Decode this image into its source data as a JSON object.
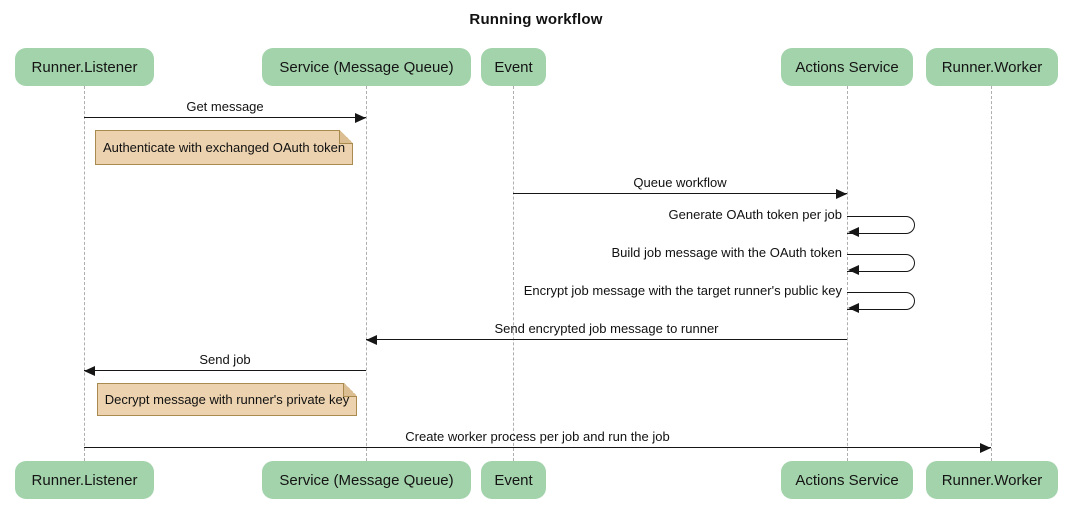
{
  "title": "Running workflow",
  "diagram_type": "sequence",
  "actors": [
    {
      "id": "runner-listener",
      "label": "Runner.Listener"
    },
    {
      "id": "service-message-queue",
      "label": "Service (Message Queue)"
    },
    {
      "id": "event",
      "label": "Event"
    },
    {
      "id": "actions-service",
      "label": "Actions Service"
    },
    {
      "id": "runner-worker",
      "label": "Runner.Worker"
    }
  ],
  "messages": [
    {
      "label": "Get message",
      "from": "Runner.Listener",
      "to": "Service (Message Queue)",
      "direction": "right"
    },
    {
      "label": "Queue workflow",
      "from": "Event",
      "to": "Actions Service",
      "direction": "right"
    },
    {
      "label": "Generate OAuth token per job",
      "from": "Actions Service",
      "to": "Actions Service",
      "direction": "self"
    },
    {
      "label": "Build job message with the OAuth token",
      "from": "Actions Service",
      "to": "Actions Service",
      "direction": "self"
    },
    {
      "label": "Encrypt job message with the target runner's public key",
      "from": "Actions Service",
      "to": "Actions Service",
      "direction": "self"
    },
    {
      "label": "Send encrypted job message to runner",
      "from": "Actions Service",
      "to": "Service (Message Queue)",
      "direction": "left"
    },
    {
      "label": "Send job",
      "from": "Service (Message Queue)",
      "to": "Runner.Listener",
      "direction": "left"
    },
    {
      "label": "Create worker process per job and run the job",
      "from": "Runner.Listener",
      "to": "Runner.Worker",
      "direction": "right"
    }
  ],
  "notes": [
    {
      "label": "Authenticate with exchanged OAuth token",
      "over": "Runner.Listener, Service (Message Queue)"
    },
    {
      "label": "Decrypt message with runner's private key",
      "over": "Runner.Listener, Service (Message Queue)"
    }
  ],
  "colors": {
    "background": "#ffffff",
    "text": "#111111",
    "line": "#161616",
    "lifeline": "#aeaeae",
    "actor-fill": "#a3d3ab",
    "actor-text": "#141414",
    "note-fill": "#ecd2af",
    "note-border": "#a98b4f",
    "note-fold": "#dcbe93"
  }
}
